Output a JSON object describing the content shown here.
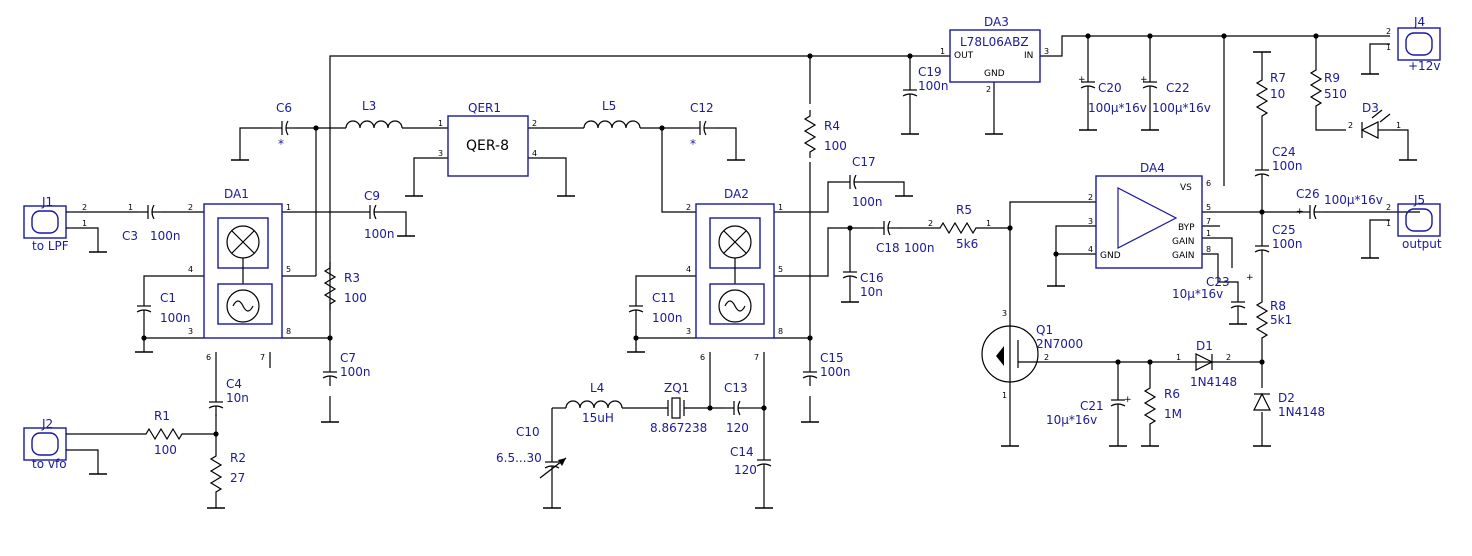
{
  "components": {
    "DA1": {
      "ref": "DA1"
    },
    "DA2": {
      "ref": "DA2"
    },
    "DA3": {
      "ref": "DA3",
      "part": "L78L06ABZ",
      "out": "OUT",
      "in": "IN",
      "gnd": "GND"
    },
    "DA4": {
      "ref": "DA4",
      "vs": "VS",
      "byp": "BYP",
      "gain1": "GAIN",
      "gain2": "GAIN",
      "gnd": "GND"
    },
    "QER1": {
      "ref": "QER1",
      "part": "QER-8"
    },
    "J1": {
      "ref": "J1",
      "label": "to LPF"
    },
    "J2": {
      "ref": "J2",
      "label": "to vfo"
    },
    "J4": {
      "ref": "J4",
      "label": "+12v"
    },
    "J5": {
      "ref": "J5",
      "label": "output"
    },
    "C1": {
      "ref": "C1",
      "val": "100n"
    },
    "C3": {
      "ref": "C3",
      "val": "100n"
    },
    "C4": {
      "ref": "C4",
      "val": "10n"
    },
    "C6": {
      "ref": "C6",
      "val": "*"
    },
    "C7": {
      "ref": "C7",
      "val": "100n"
    },
    "C9": {
      "ref": "C9",
      "val": "100n"
    },
    "C10": {
      "ref": "C10",
      "val": "6.5...30"
    },
    "C11": {
      "ref": "C11",
      "val": "100n"
    },
    "C12": {
      "ref": "C12",
      "val": "*"
    },
    "C13": {
      "ref": "C13",
      "val": "120"
    },
    "C14": {
      "ref": "C14",
      "val": "120"
    },
    "C15": {
      "ref": "C15",
      "val": "100n"
    },
    "C16": {
      "ref": "C16",
      "val": "10n"
    },
    "C17": {
      "ref": "C17",
      "val": "100n"
    },
    "C18": {
      "ref": "C18",
      "val": "100n"
    },
    "C19": {
      "ref": "C19",
      "val": "100n"
    },
    "C20": {
      "ref": "C20",
      "val": "100µ*16v"
    },
    "C21": {
      "ref": "C21",
      "val": "10µ*16v"
    },
    "C22": {
      "ref": "C22",
      "val": "100µ*16v"
    },
    "C23": {
      "ref": "C23",
      "val": "10µ*16v"
    },
    "C24": {
      "ref": "C24",
      "val": "100n"
    },
    "C25": {
      "ref": "C25",
      "val": "100n"
    },
    "C26": {
      "ref": "C26",
      "val": "100µ*16v"
    },
    "L3": {
      "ref": "L3"
    },
    "L4": {
      "ref": "L4",
      "val": "15uH"
    },
    "L5": {
      "ref": "L5"
    },
    "ZQ1": {
      "ref": "ZQ1",
      "val": "8.867238"
    },
    "R1": {
      "ref": "R1",
      "val": "100"
    },
    "R2": {
      "ref": "R2",
      "val": "27"
    },
    "R3": {
      "ref": "R3",
      "val": "100"
    },
    "R4": {
      "ref": "R4",
      "val": "100"
    },
    "R5": {
      "ref": "R5",
      "val": "5k6"
    },
    "R6": {
      "ref": "R6",
      "val": "1M"
    },
    "R7": {
      "ref": "R7",
      "val": "10"
    },
    "R8": {
      "ref": "R8",
      "val": "5k1"
    },
    "R9": {
      "ref": "R9",
      "val": "510"
    },
    "Q1": {
      "ref": "Q1",
      "val": "2N7000"
    },
    "D1": {
      "ref": "D1",
      "val": "1N4148"
    },
    "D2": {
      "ref": "D2",
      "val": "1N4148"
    },
    "D3": {
      "ref": "D3"
    }
  },
  "pins": {
    "p1": "1",
    "p2": "2",
    "p3": "3",
    "p4": "4",
    "p5": "5",
    "p6": "6",
    "p7": "7",
    "p8": "8",
    "pplus": "+"
  }
}
